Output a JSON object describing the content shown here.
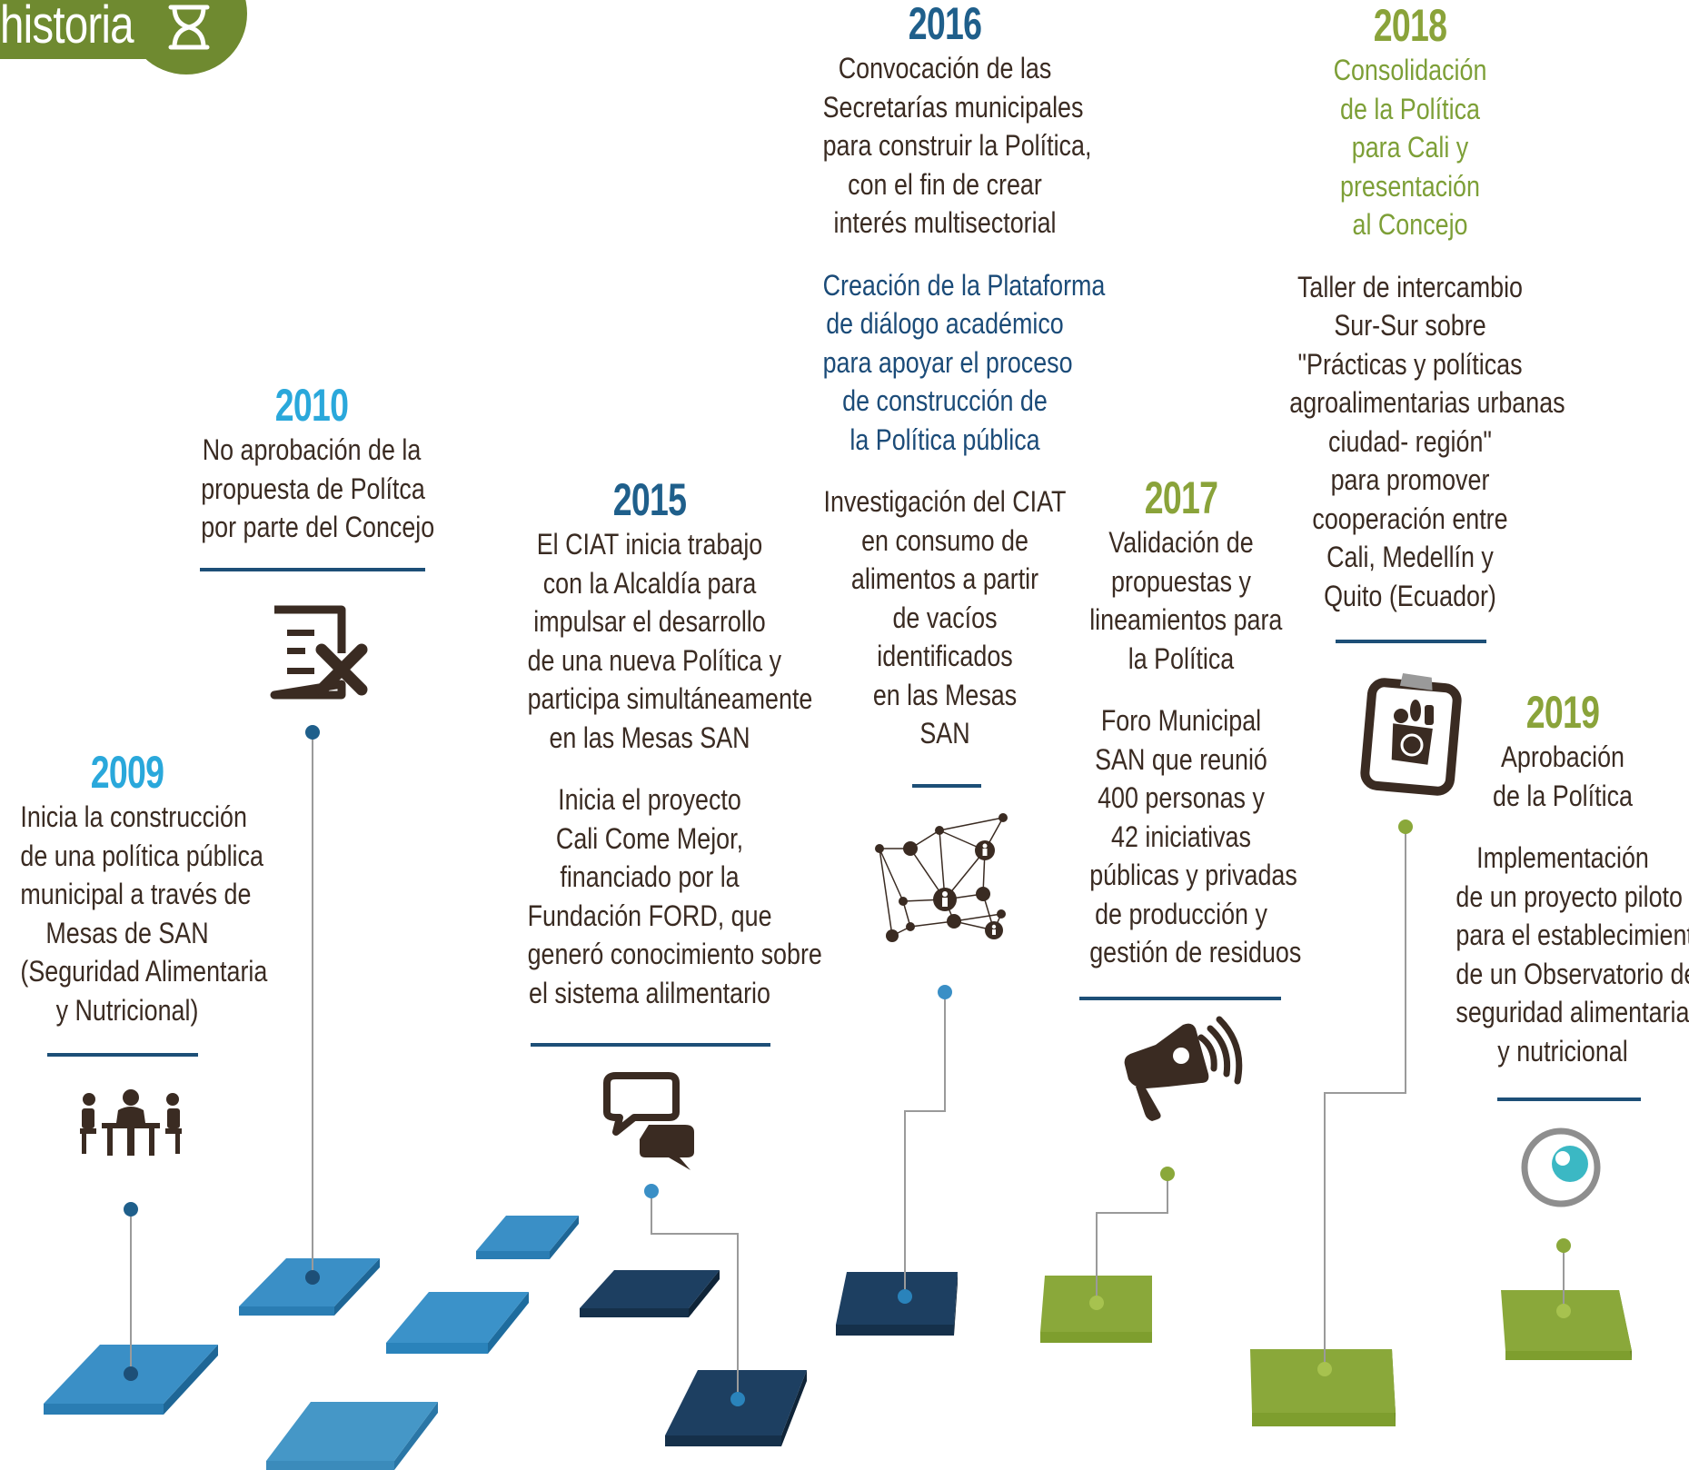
{
  "header": {
    "title": "historia",
    "icon": "hourglass-icon",
    "color": "#6f8a30"
  },
  "colors": {
    "light_blue": "#2aa8db",
    "mid_blue": "#1f5f8b",
    "navy": "#1b3a5a",
    "green": "#8aa33a",
    "dark_brown": "#3a2b22",
    "line_gray": "#9a9a9a"
  },
  "events": [
    {
      "year": "2009",
      "icon": "meeting-table-icon",
      "blocks": [
        {
          "lines": [
            "Inicia la construcción",
            "de una política pública",
            "municipal a través de",
            "Mesas de SAN",
            "(Seguridad Alimentaria",
            "y Nutricional)"
          ]
        }
      ]
    },
    {
      "year": "2010",
      "icon": "document-reject-icon",
      "blocks": [
        {
          "lines": [
            "No aprobación de la",
            "propuesta de Polítca",
            "por parte del Concejo"
          ]
        }
      ]
    },
    {
      "year": "2015",
      "icon": "chat-bubbles-icon",
      "blocks": [
        {
          "lines": [
            "El CIAT inicia trabajo",
            "con la Alcaldía para",
            "impulsar el desarrollo",
            "de una nueva Política y",
            "participa simultáneamente",
            "en las Mesas SAN"
          ]
        },
        {
          "lines": [
            "Inicia el proyecto",
            "Cali Come Mejor,",
            "financiado por la",
            "Fundación FORD, que",
            "generó conocimiento sobre",
            "el sistema alilmentario"
          ]
        }
      ]
    },
    {
      "year": "2016",
      "icon": "network-people-icon",
      "blocks": [
        {
          "lines": [
            "Convocación de las",
            "Secretarías municipales",
            "para construir la Política,",
            "con el fin de crear",
            "interés multisectorial"
          ]
        },
        {
          "lines": [
            "Creación de la Plataforma",
            "de diálogo académico",
            "para apoyar el proceso",
            "de construcción de",
            "la Política pública"
          ],
          "highlight": true
        },
        {
          "lines": [
            "Investigación del CIAT",
            "en consumo de",
            "alimentos a partir",
            "de vacíos",
            "identificados",
            "en las Mesas",
            "SAN"
          ]
        }
      ]
    },
    {
      "year": "2017",
      "icon": "megaphone-icon",
      "blocks": [
        {
          "lines": [
            "Validación de",
            "propuestas y",
            "lineamientos para",
            "la Política"
          ]
        },
        {
          "lines": [
            "Foro Municipal",
            "SAN que reunió",
            "400 personas y",
            "42 iniciativas",
            "públicas y privadas",
            "de producción y",
            "gestión de residuos"
          ]
        }
      ]
    },
    {
      "year": "2018",
      "icon": "clipboard-food-icon",
      "blocks": [
        {
          "lines": [
            "Consolidación",
            "de la Política",
            "para Cali y",
            "presentación",
            "al Concejo"
          ],
          "highlight": true
        },
        {
          "lines": [
            "Taller de intercambio",
            "Sur-Sur sobre",
            "\"Prácticas y políticas",
            "agroalimentarias urbanas",
            "ciudad- región\"",
            "para promover",
            "cooperación entre",
            "Cali, Medellín y",
            "Quito (Ecuador)"
          ]
        }
      ]
    },
    {
      "year": "2019",
      "icon": "eye-observatory-icon",
      "blocks": [
        {
          "lines": [
            "Aprobación",
            "de la Política"
          ]
        },
        {
          "lines": [
            "Implementación",
            "de un proyecto piloto",
            "para el establecimiento",
            "de un Observatorio de",
            "seguridad alimentaria",
            "y nutricional"
          ]
        }
      ]
    }
  ]
}
